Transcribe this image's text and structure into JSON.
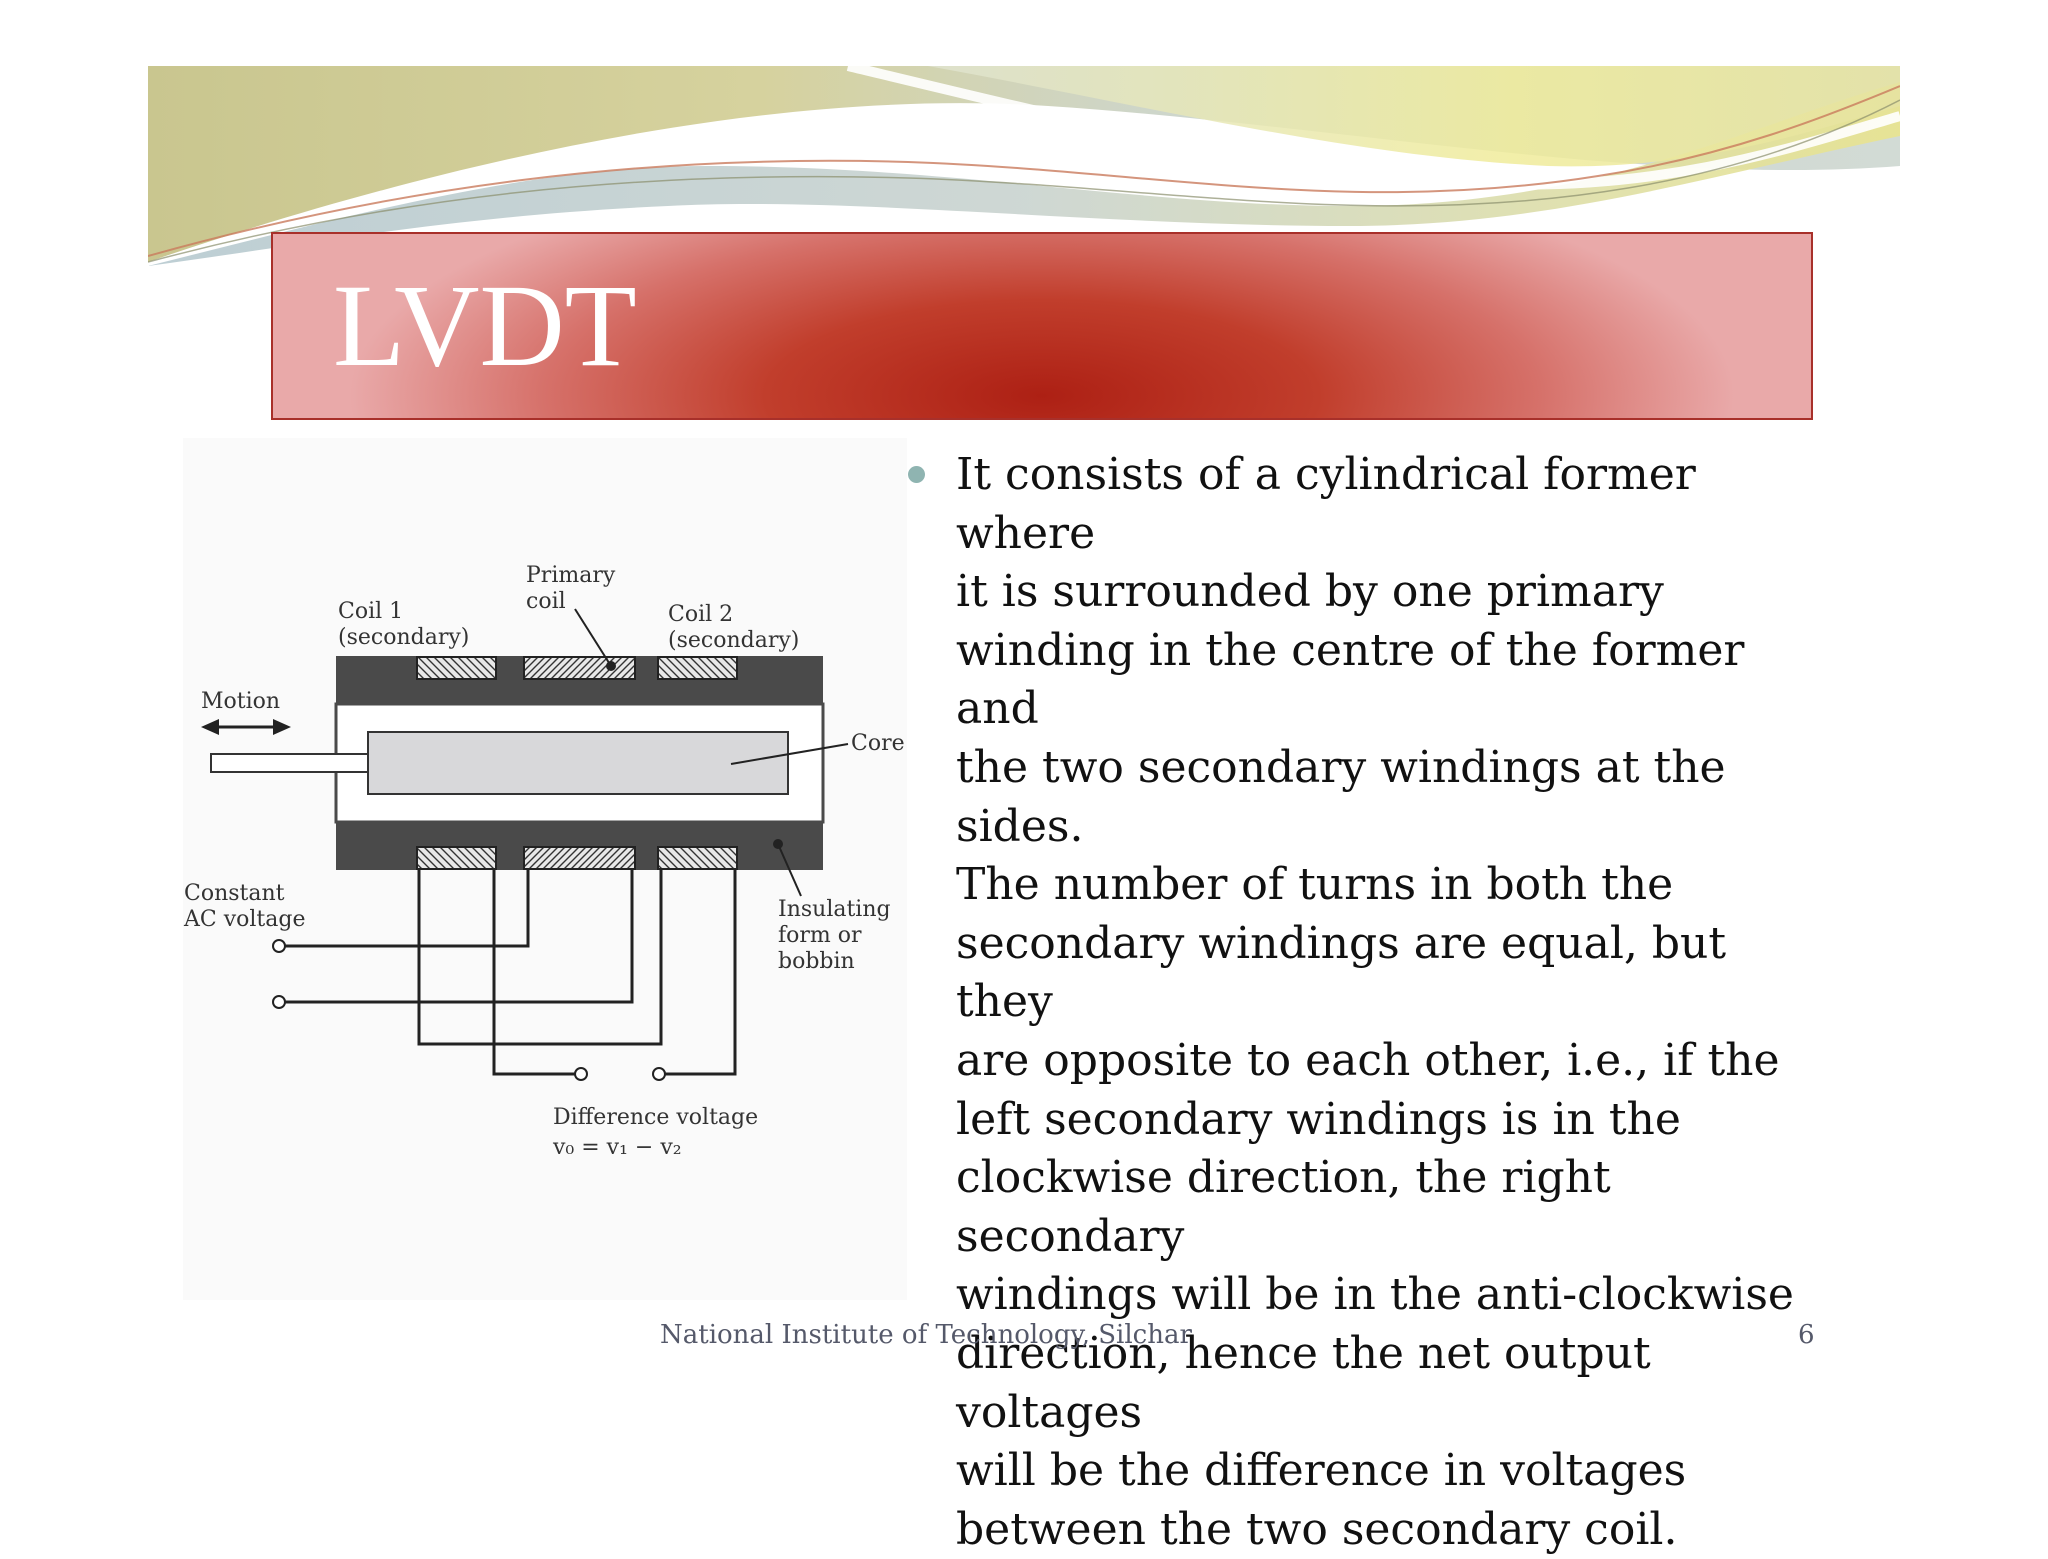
{
  "slide": {
    "title": "LVDT",
    "body": "It consists of a cylindrical former where\nit is surrounded by one primary\nwinding in the centre of the former and\nthe two secondary windings at the sides.\nThe number of turns  in both the\nsecondary windings are equal, but they\nare opposite to  each other, i.e., if the\nleft secondary  windings is in the\nclockwise direction, the right secondary\nwindings will be in the anti-clockwise\ndirection, hence the net output voltages\nwill be the difference in voltages\nbetween the two secondary coil.",
    "footer": "National Institute of Technology, Silchar",
    "page_number": "6"
  },
  "diagram": {
    "labels": {
      "primary_1": "Primary",
      "primary_2": "coil",
      "coil1_1": "Coil 1",
      "coil1_2": "(secondary)",
      "coil2_1": "Coil 2",
      "coil2_2": "(secondary)",
      "motion": "Motion",
      "core": "Core",
      "ac_1": "Constant",
      "ac_2": "AC voltage",
      "bobbin_1": "Insulating",
      "bobbin_2": "form or",
      "bobbin_3": "bobbin",
      "diff_1": "Difference voltage",
      "diff_2": "v₀ = v₁ − v₂"
    }
  },
  "colors": {
    "title_red": "#ad2014",
    "bullet": "#8fb4b1",
    "bobbin_dark": "#4a4a4a",
    "core_fill": "#d8d8da"
  }
}
